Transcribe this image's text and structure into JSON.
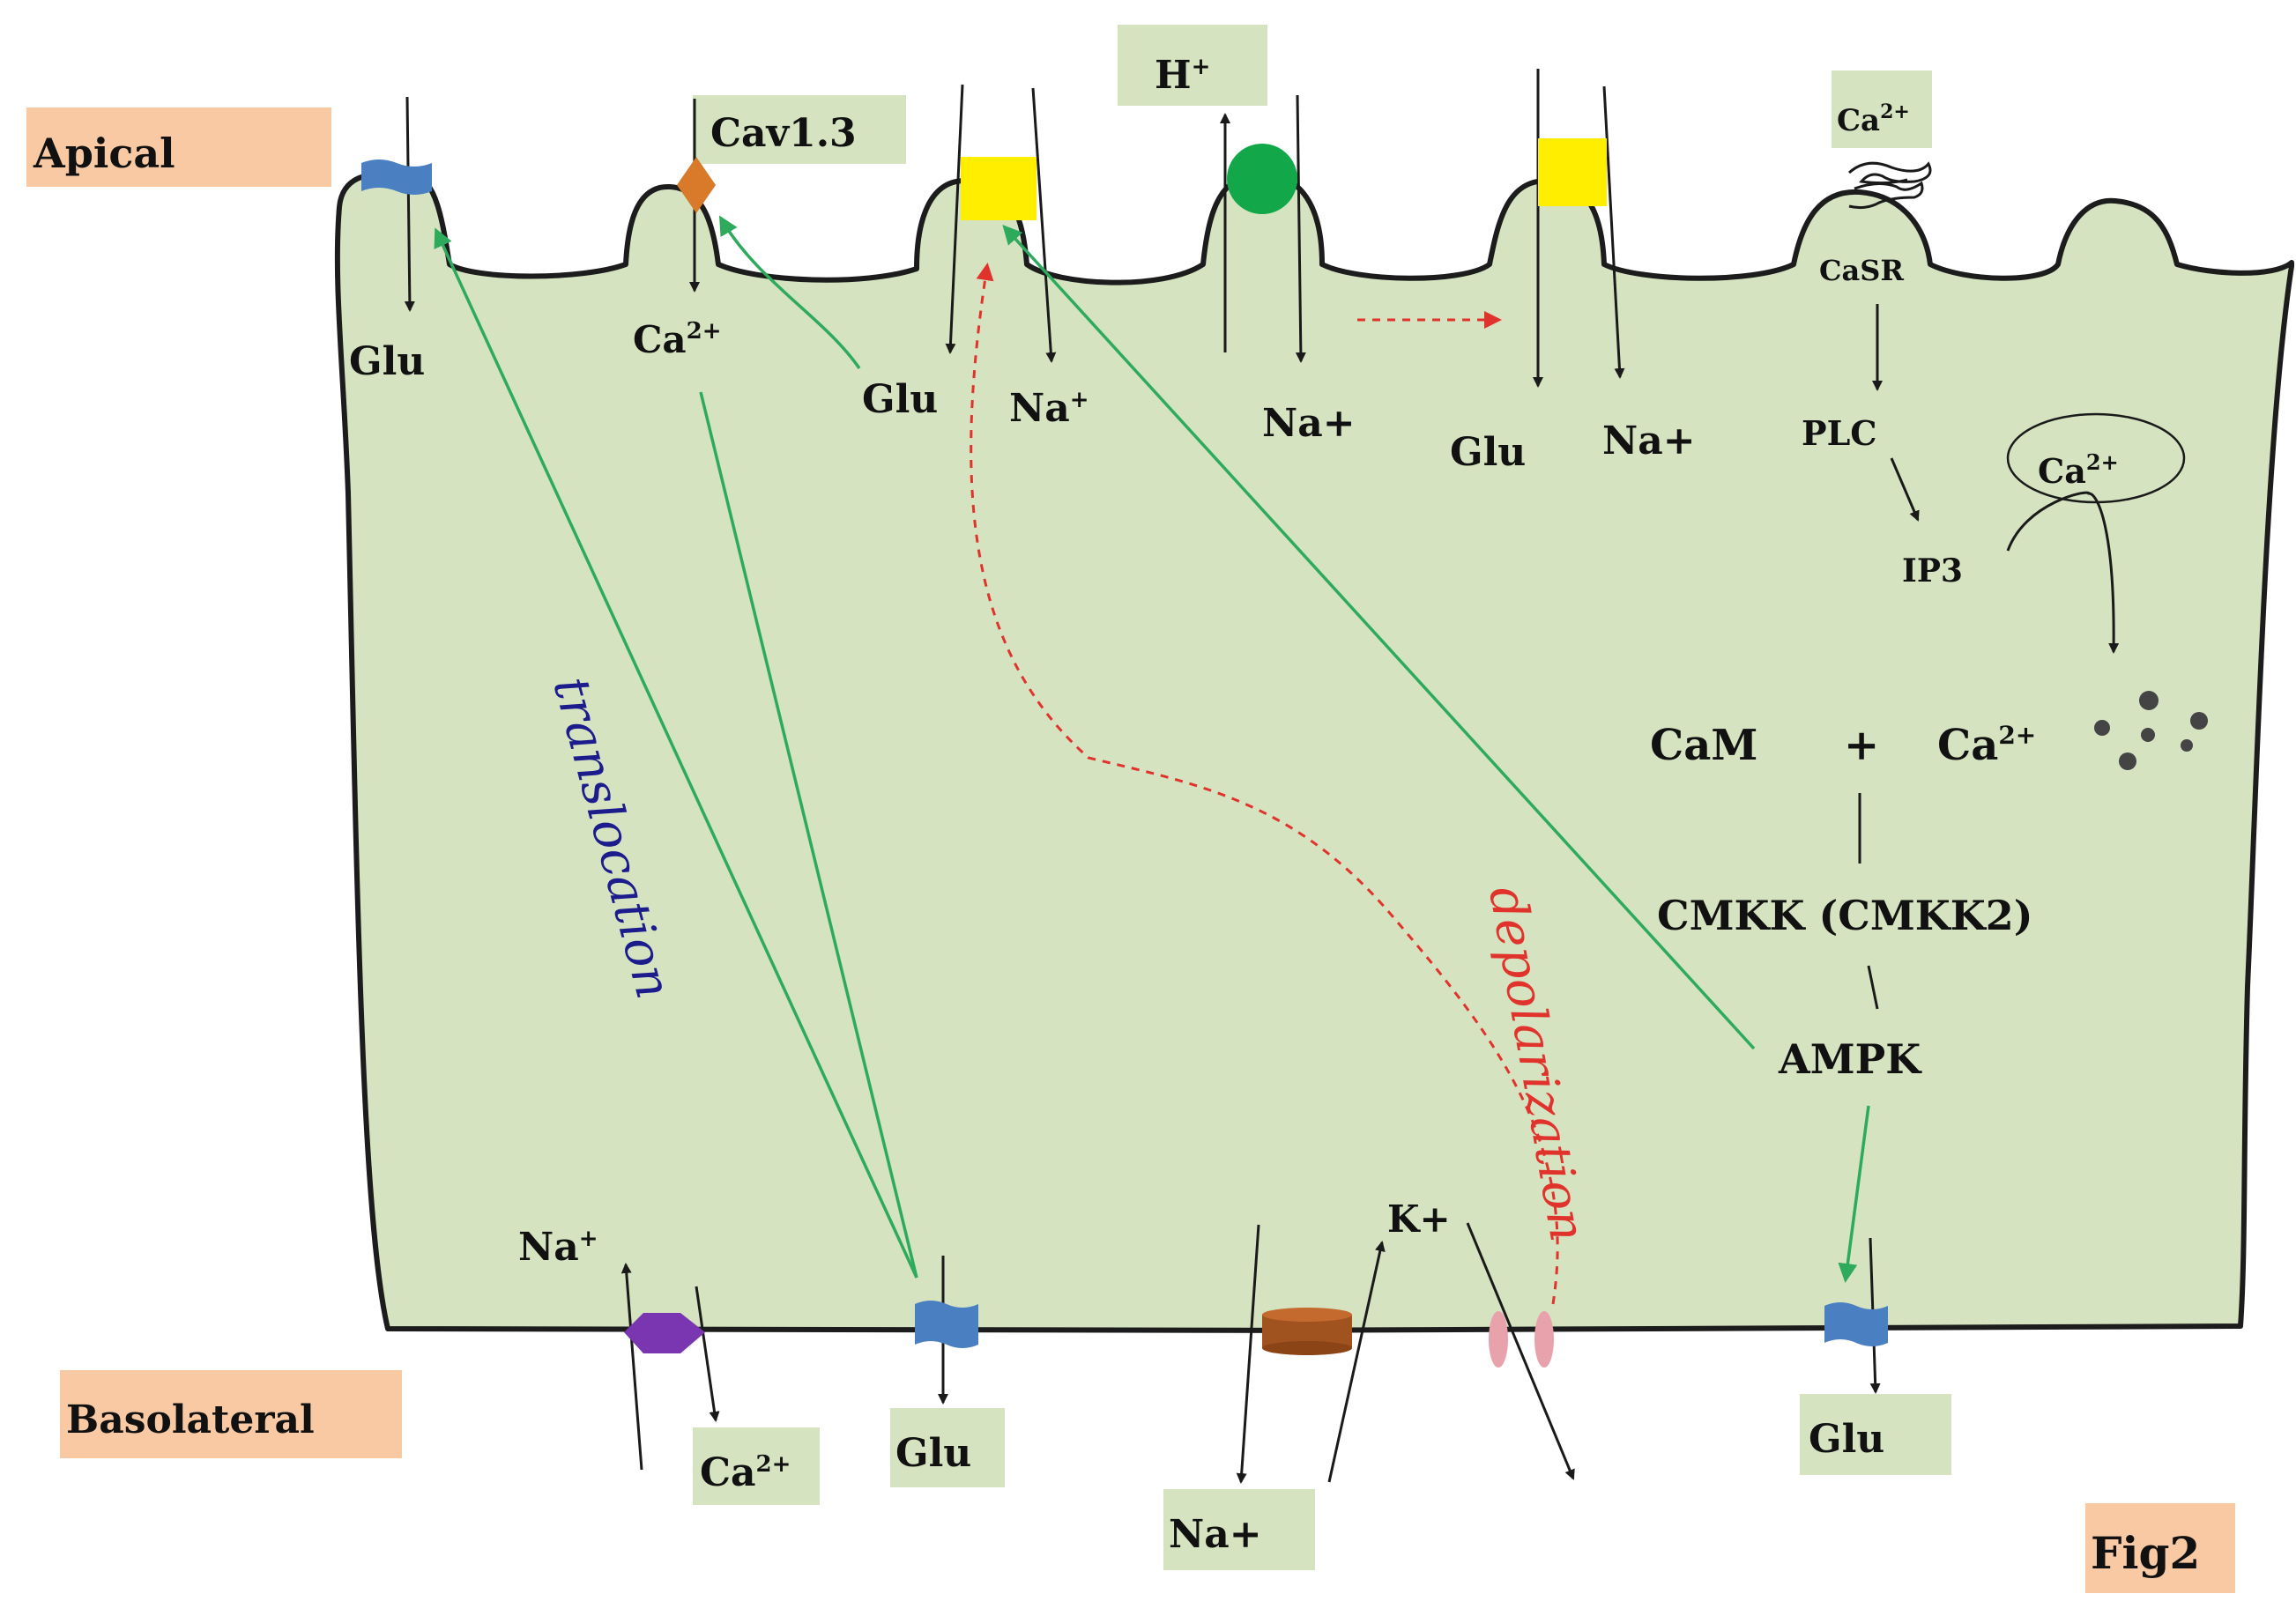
{
  "regions": {
    "apical": "Apical",
    "basolateral": "Basolateral",
    "figure": "Fig2"
  },
  "apical": {
    "glu_1": "Glu",
    "cav_label": "Cav1.3",
    "ca_in": "Ca",
    "ca_in_sup": "2+",
    "glu_2": "Glu",
    "na_1": "Na",
    "na_1_sup": "+",
    "h": "H",
    "h_sup": "+",
    "na_2": "Na+",
    "glu_3": "Glu",
    "na_3": "Na+",
    "ca_ext": "Ca",
    "ca_ext_sup": "2+",
    "casr": "CaSR"
  },
  "pathway": {
    "plc": "PLC",
    "ip3": "IP3",
    "ca_store": "Ca",
    "ca_store_sup": "2+",
    "cam": "CaM",
    "plus": "+",
    "ca_cyto": "Ca",
    "ca_cyto_sup": "2+",
    "cmkk": "CMKK (CMKK2)",
    "ampk": "AMPK"
  },
  "annotations": {
    "translocation": "translocation",
    "depolarization": "depolarization"
  },
  "basolateral": {
    "na_up": "Na",
    "na_up_sup": "+",
    "ca_out": "Ca",
    "ca_out_sup": "2+",
    "glu_out_1": "Glu",
    "k": "K+",
    "na_out": "Na+",
    "glu_out_2": "Glu"
  },
  "colors": {
    "cell_fill": "#d5e3c1",
    "tag_orange": "#f8c9a3",
    "tag_green": "#d5e3c1",
    "glutamate_transporter": "#4a7fc1",
    "cav_channel": "#d97a2b",
    "eaat_yellow": "#ffee00",
    "nhe_green": "#12a84a",
    "ncx_purple": "#7a35b0",
    "nak_pump_brown": "#a0521f",
    "k_channel_pink": "#e8a2ac",
    "green_arrow": "#2eaa5c",
    "red_arrow": "#e0332c",
    "translocation_text": "#1c1c8c",
    "depolarization_text": "#e0332c"
  }
}
